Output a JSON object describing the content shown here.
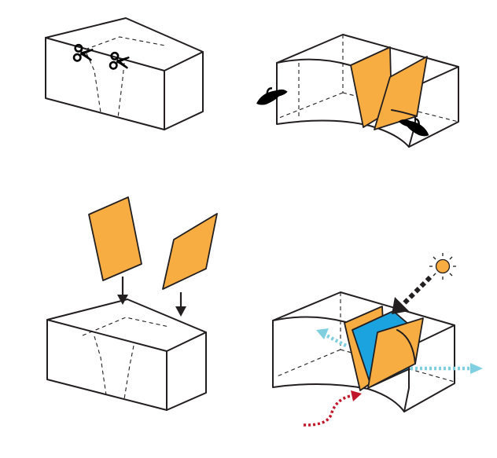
{
  "colors": {
    "background": "#ffffff",
    "line": "#231f20",
    "panel": "#f7ad42",
    "water": "#1ba3e0",
    "sun": "#f7ad42",
    "arrow_light": "#231f20",
    "arrow_air": "#7fcfe0",
    "arrow_heat": "#c0182a"
  },
  "steps": [
    {
      "id": "cut",
      "icons": [
        "scissors-icon",
        "scissors-icon"
      ]
    },
    {
      "id": "open",
      "icons": [
        "hand-icon",
        "hand-icon"
      ]
    },
    {
      "id": "insert",
      "icons": [
        "down-arrow-icon",
        "down-arrow-icon"
      ]
    },
    {
      "id": "result",
      "icons": [
        "sun-icon",
        "light-arrow-icon",
        "air-arrow-icon",
        "air-arrow-icon",
        "heat-arrow-icon"
      ]
    }
  ]
}
